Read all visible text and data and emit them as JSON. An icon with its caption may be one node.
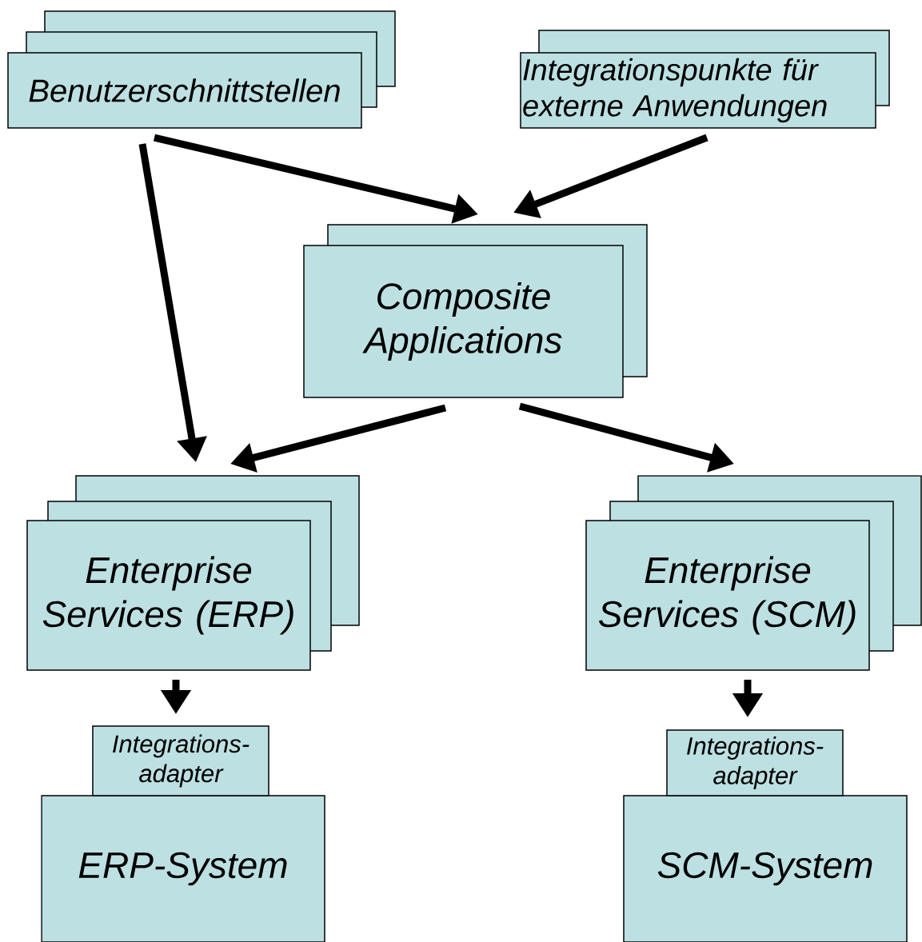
{
  "diagram": {
    "nodes": [
      {
        "text": [
          "Benutzerschnittstellen"
        ]
      },
      {
        "text": [
          "Integrationspunkte für externe Anwendungen"
        ]
      },
      {
        "text": [
          "Composite Applications"
        ]
      },
      {
        "text": [
          "Enterprise Services (ERP)"
        ]
      },
      {
        "text": [
          "Enterprise Services (SCM)"
        ]
      },
      {
        "text": [
          "Integrations- adapter"
        ]
      },
      {
        "text": [
          "ERP-System"
        ]
      },
      {
        "text": [
          "Integrations- adapter"
        ]
      },
      {
        "text": [
          "SCM-System"
        ]
      }
    ],
    "edges": [
      {
        "from": 0,
        "to": 2,
        "arrow": "to"
      },
      {
        "from": 1,
        "to": 2,
        "arrow": "to"
      },
      {
        "from": 0,
        "to": 3,
        "arrow": "to"
      },
      {
        "from": 2,
        "to": 3,
        "arrow": "to"
      },
      {
        "from": 2,
        "to": 4,
        "arrow": "to"
      },
      {
        "from": 3,
        "to": 5,
        "arrow": "to"
      },
      {
        "from": 4,
        "to": 7,
        "arrow": "to"
      }
    ]
  }
}
